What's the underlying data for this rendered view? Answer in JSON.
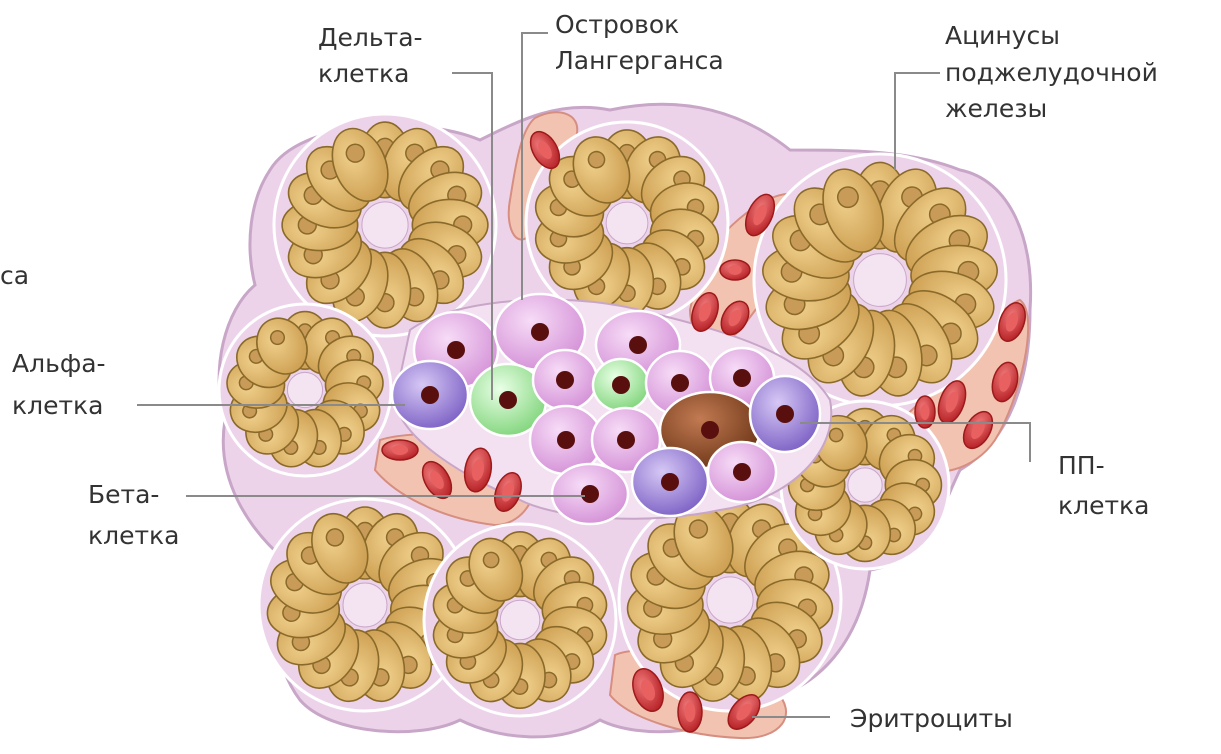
{
  "labels": {
    "delta_line1": "Дельта-",
    "delta_line2": "клетка",
    "islet_line1": "Островок",
    "islet_line2": "Лангерганса",
    "acini_line1": "Ацинусы",
    "acini_line2": "поджелудочной",
    "acini_line3": "железы",
    "alpha_line1": "Альфа-",
    "alpha_line2": "клетка",
    "beta_line1": "Бета-",
    "beta_line2": "клетка",
    "pp_line1": "ПП-",
    "pp_line2": "клетка",
    "erythrocytes": "Эритроциты",
    "cut_fragment": "са"
  },
  "colors": {
    "tissue_fill": "#edd3ea",
    "tissue_stroke": "#c8a6c8",
    "acinar_cell": "#dcb467",
    "acinar_stroke": "#8a6a2a",
    "acinar_nucleus": "#c99b58",
    "alpha_cell": "#e3a6e8",
    "beta_cell": "#c6a3e0",
    "delta_cell": "#9fe29a",
    "pp_cell": "#8f4a1f",
    "cell_nucleus": "#5a0f0f",
    "vessel": "#f3c3b1",
    "erythrocyte": "#d83a3a"
  }
}
